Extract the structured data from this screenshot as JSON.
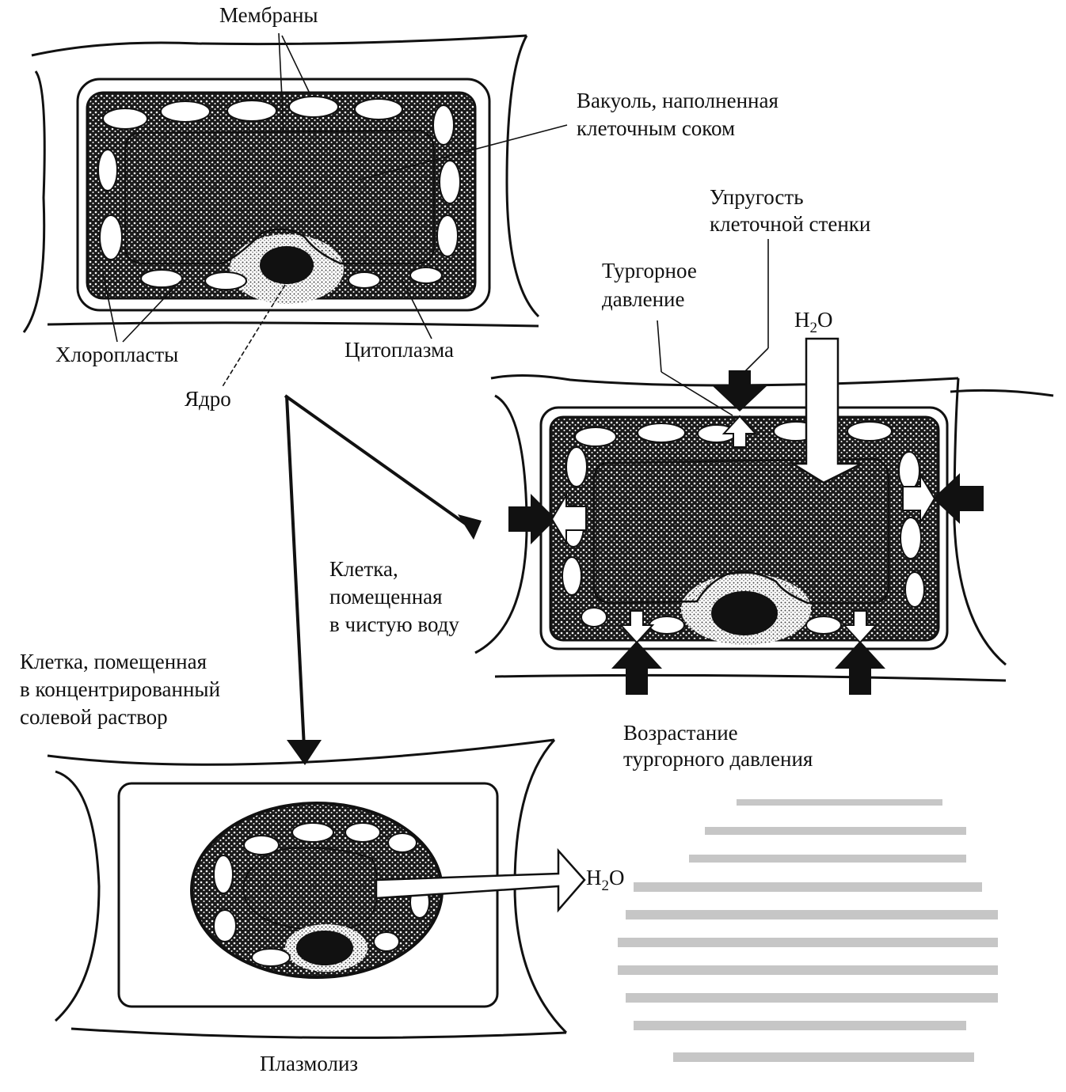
{
  "diagram": {
    "labels": {
      "membranes": "Мембраны",
      "vacuole_line1": "Вакуоль, наполненная",
      "vacuole_line2": "клеточным соком",
      "elasticity_line1": "Упругость",
      "elasticity_line2": "клеточной стенки",
      "turgor_line1": "Тургорное",
      "turgor_line2": "давление",
      "water_top_main": "H",
      "water_top_sub": "2",
      "water_top_end": "O",
      "chloroplasts": "Хлоропласты",
      "cytoplasm": "Цитоплазма",
      "nucleus": "Ядро",
      "pure_water_line1": "Клетка,",
      "pure_water_line2": "помещенная",
      "pure_water_line3": "в чистую воду",
      "salt_line1": "Клетка, помещенная",
      "salt_line2": "в концентрированный",
      "salt_line3": "солевой раствор",
      "increase_line1": "Возрастание",
      "increase_line2": "тургорного давления",
      "water_bottom_main": "H",
      "water_bottom_sub": "2",
      "water_bottom_end": "O",
      "plasmolysis": "Плазмолиз"
    }
  }
}
